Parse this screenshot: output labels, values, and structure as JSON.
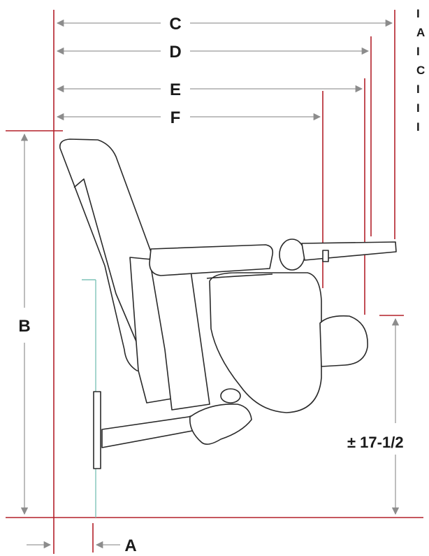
{
  "labels": {
    "c": "C",
    "d": "D",
    "e": "E",
    "f": "F",
    "b": "B",
    "a": "A",
    "seat_height": "± 17-1/2"
  },
  "cut_off_letters": {
    "row1": "I",
    "row2": "A",
    "row3": "I",
    "row4": "C",
    "row5": "I",
    "row6": "I",
    "row7": "I"
  },
  "colors": {
    "dimension_red": "#b3202a",
    "arrow_gray": "#9a9a9a",
    "floor_teal": "#7fc4b8",
    "seat_stroke": "#2a2a2a",
    "seat_fill": "#ffffff"
  }
}
